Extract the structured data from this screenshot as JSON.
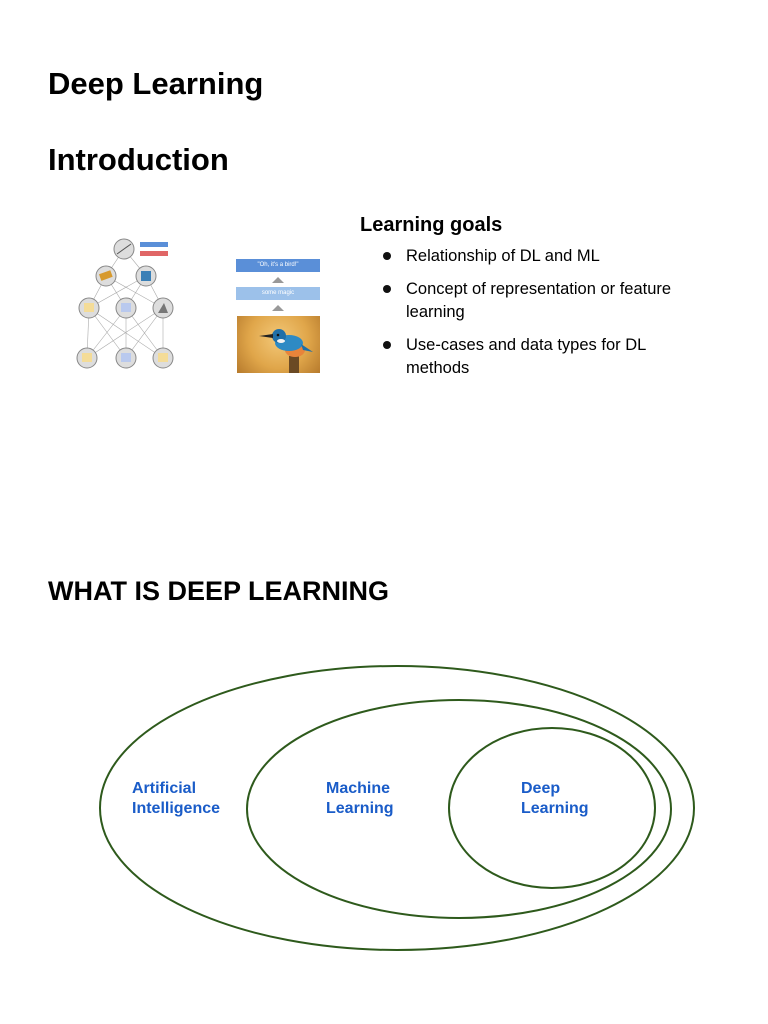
{
  "doc_title": "Deep Learning",
  "section_title": "Introduction",
  "bird_figure": {
    "caption": "\"Oh, it's a bird!\"",
    "magic": "some magic"
  },
  "learning_goals": {
    "title": "Learning goals",
    "items": [
      {
        "text": "Relationship of DL and ML"
      },
      {
        "text": "Concept of representation or feature learning"
      },
      {
        "text": "Use-cases and data types for DL methods"
      }
    ]
  },
  "section2_title": "WHAT IS DEEP LEARNING",
  "venn": {
    "outer": "Artificial Intelligence",
    "middle": "Machine Learning",
    "inner": "Deep Learning",
    "label_color": "#1a5cc8",
    "stroke_color": "#2e5a1c"
  }
}
